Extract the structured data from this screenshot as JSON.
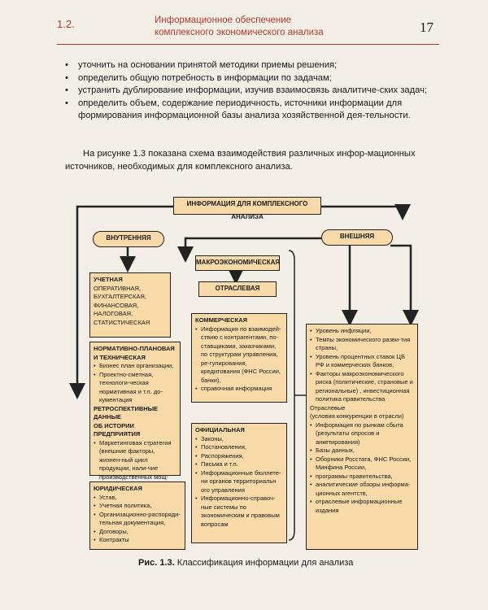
{
  "header": {
    "section": "1.2.",
    "title_line1": "Информационное обеспечение",
    "title_line2": "комплексного экономического анализа",
    "page": "17"
  },
  "bullets": [
    "уточнить на основании принятой методики приемы решения;",
    "определить общую потребность в информации по задачам;",
    "устранить дублирование информации, изучив взаимосвязь аналитиче-ских задач;",
    "определить объем, содержание периодичность, источники информации для формирования информационной базы анализа хозяйственной дея-тельности."
  ],
  "paragraph": "На рисунке 1.3 показана схема взаимодействия различных инфор-мационных источников, необходимых для комплексного анализа.",
  "diagram": {
    "root": "ИНФОРМАЦИЯ ДЛЯ КОМПЛЕКСНОГО АНАЛИЗА",
    "internal": "ВНУТРЕННЯЯ",
    "external": "ВНЕШНЯЯ",
    "macro": "МАКРОЭКОНОМИЧЕСКАЯ",
    "branch": "ОТРАСЛЕВАЯ",
    "accounting": {
      "title": "УЧЕТНАЯ",
      "lines": [
        "ОПЕРАТИВНАЯ,",
        "БУХГАЛТЕРСКАЯ,",
        "ФИНАНСОВАЯ,",
        "НАЛОГОВАЯ,",
        "СТАТИСТИЧЕСКАЯ"
      ]
    },
    "normative": {
      "title1": "НОРМАТИВНО-ПЛАНОВАЯ",
      "title2": "И ТЕХНИЧЕСКАЯ",
      "items": [
        "Бизнес план организации,",
        "Проектно-сметная, технологи-ческая нормативная и т.п. до-кументация"
      ],
      "retro1": "РЕТРОСПЕКТИВНЫЕ ДАННЫЕ",
      "retro2": "ОБ ИСТОРИИ ПРЕДПРИЯТИЯ",
      "retro_items": [
        "Маркетинговая стратегия (внешние факторы, жизнен-ный цикл продукции, нали-чие производственных мощ-ностей)"
      ]
    },
    "legal": {
      "title": "ЮРИДИЧЕСКАЯ",
      "items": [
        "Устав,",
        "Учетная политика,",
        "Организационно-распоряди-тельная документация,",
        "Договоры,",
        "Контракты"
      ]
    },
    "commercial": {
      "title": "КОММЕРЧЕСКАЯ",
      "items": [
        "Информация по взаимодей-ствию с контрагентами, по-ставщиками, заказчиками, по структурам управления, ре-гулирования, кредитования (ФНС России, банки),",
        "справочная информация"
      ]
    },
    "official": {
      "title": "ОФИЦИАЛЬНАЯ",
      "items": [
        "Законы,",
        "Постановления,",
        "Распоряжения,",
        "Письма и т.п.",
        "Информационные бюллете-ни органов территориальн ого управления",
        "Информационно-справоч-ные системы по экономическим и правовым вопросам"
      ]
    },
    "external_list": {
      "items": [
        "Уровень инфляции,",
        "Темпы экономического разви-тия страны,",
        "Уровень процентных ставок ЦБ РФ и коммерческих банков,",
        "Факторы макроэкономического риска (политические, страновые и региональные) , инвестиционная политика правительства"
      ],
      "plain1": "Отраслевые",
      "plain2": "(условия конкуренции в отрасли)",
      "items2": [
        "Информация по рынкам сбыта (результаты опросов и анкетирования)",
        "Базы данных,",
        "Оборники Росстата, ФНС России, Минфина России,",
        "программы правительства,",
        "аналитические обзоры информа-ционных агентств,",
        "отраслевые информационные издания"
      ]
    },
    "caption_num": "Рис. 1.3.",
    "caption_text": "Классификация информации для анализа"
  }
}
